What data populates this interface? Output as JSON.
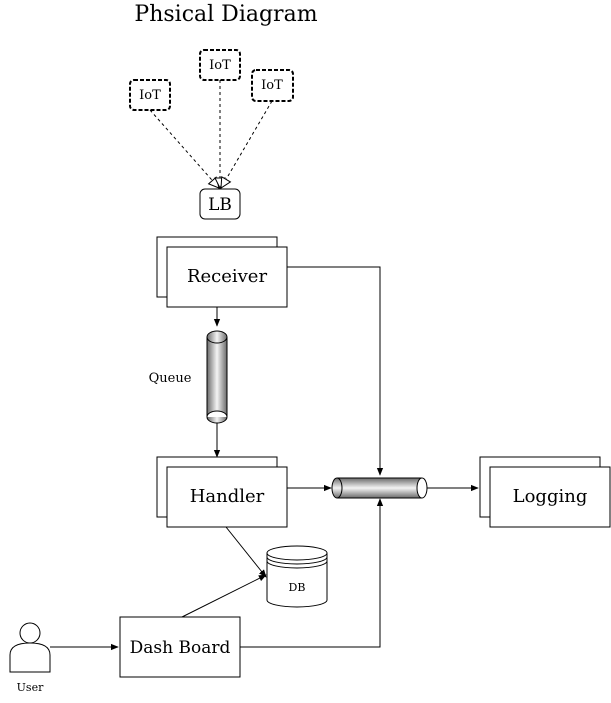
{
  "diagram": {
    "title": "Phsical Diagram",
    "iot_nodes": [
      "IoT",
      "IoT",
      "IoT"
    ],
    "lb_label": "LB",
    "receiver_label": "Receiver",
    "queue_label": "Queue",
    "handler_label": "Handler",
    "db_label": "DB",
    "logging_label": "Logging",
    "dashboard_label": "Dash Board",
    "user_label": "User"
  }
}
